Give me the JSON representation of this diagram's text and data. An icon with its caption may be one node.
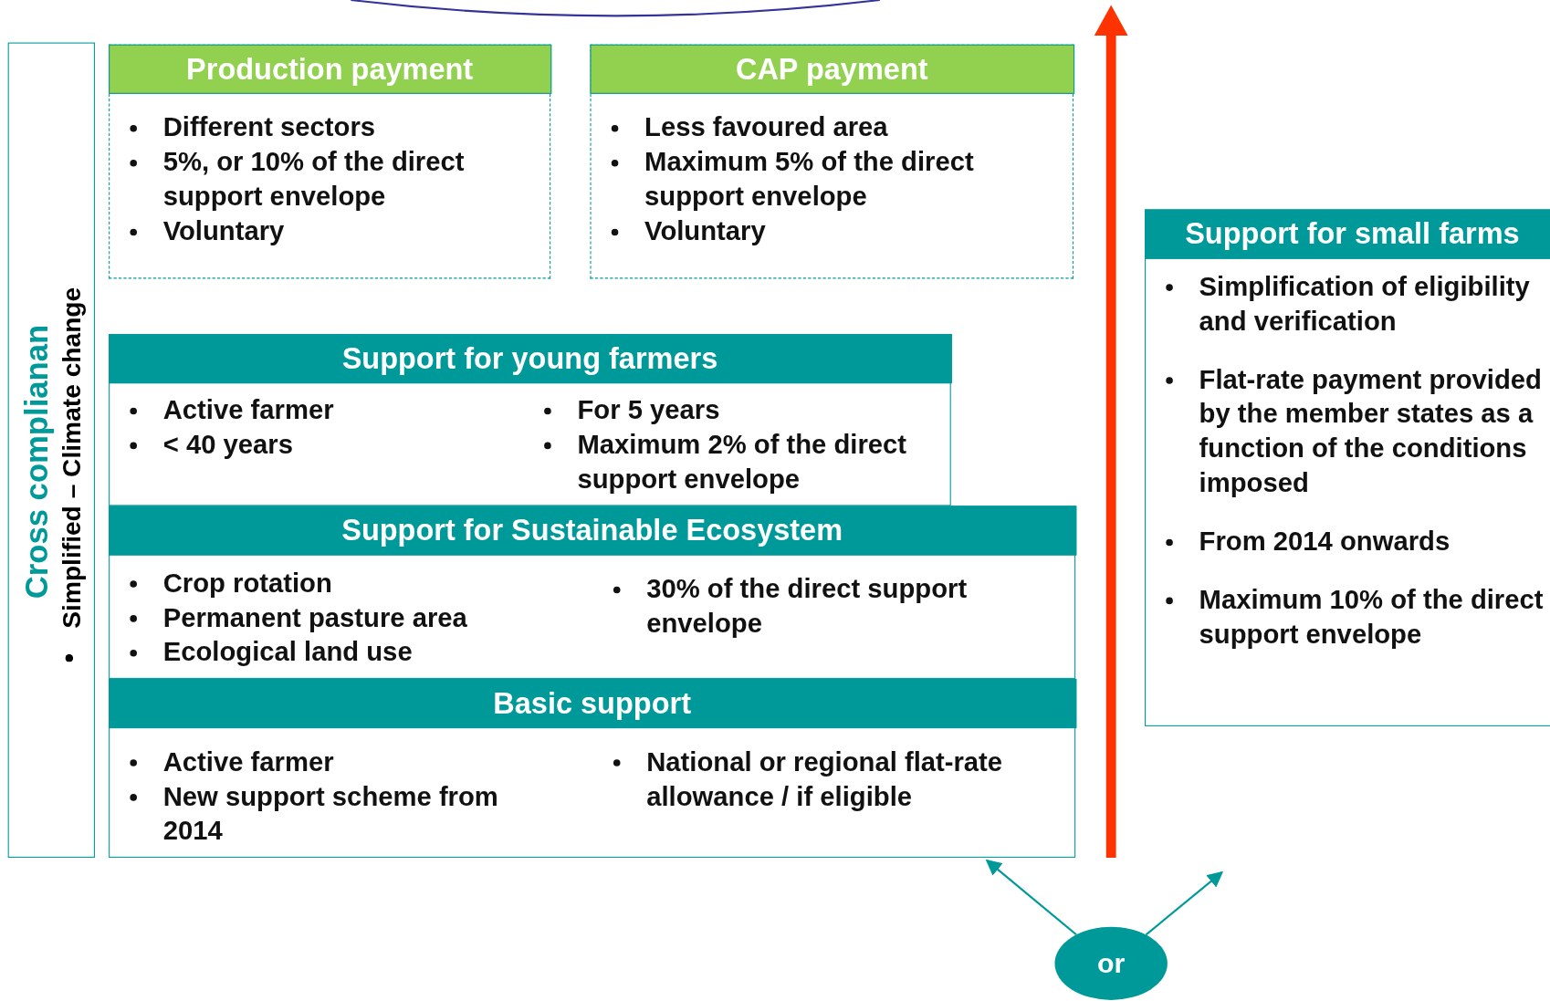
{
  "diagram": {
    "nodes": [
      {
        "text": [
          "Cross complianan",
          "Simplified – Climate change"
        ]
      },
      {
        "text": [
          "Production payment",
          "Different sectors",
          "5%, or 10% of the direct support envelope",
          "Voluntary"
        ]
      },
      {
        "text": [
          "CAP payment",
          "Less favoured area",
          "Maximum 5% of the direct support envelope",
          "Voluntary"
        ]
      },
      {
        "text": [
          "Support for young farmers",
          "Active farmer",
          "< 40 years",
          "For 5 years",
          "Maximum 2% of the direct support envelope"
        ]
      },
      {
        "text": [
          "Support for Sustainable Ecosystem",
          "Crop rotation",
          "Permanent pasture area",
          "Ecological land use",
          "30% of the direct support envelope"
        ]
      },
      {
        "text": [
          "Basic support",
          "Active farmer",
          "New support scheme from 2014",
          "National or regional flat-rate allowance / if eligible"
        ]
      },
      {
        "text": [
          "Support for small farms",
          "Simplification of eligibility and verification",
          "Flat-rate payment provided by the member states as a function of the conditions imposed",
          "From 2014 onwards",
          "Maximum 10% of the direct support envelope"
        ]
      },
      {
        "text": [
          "or"
        ]
      }
    ],
    "edges": [
      {
        "from": 7,
        "to": 5,
        "arrow": "to"
      },
      {
        "from": 7,
        "to": null,
        "arrow": "to"
      }
    ]
  }
}
